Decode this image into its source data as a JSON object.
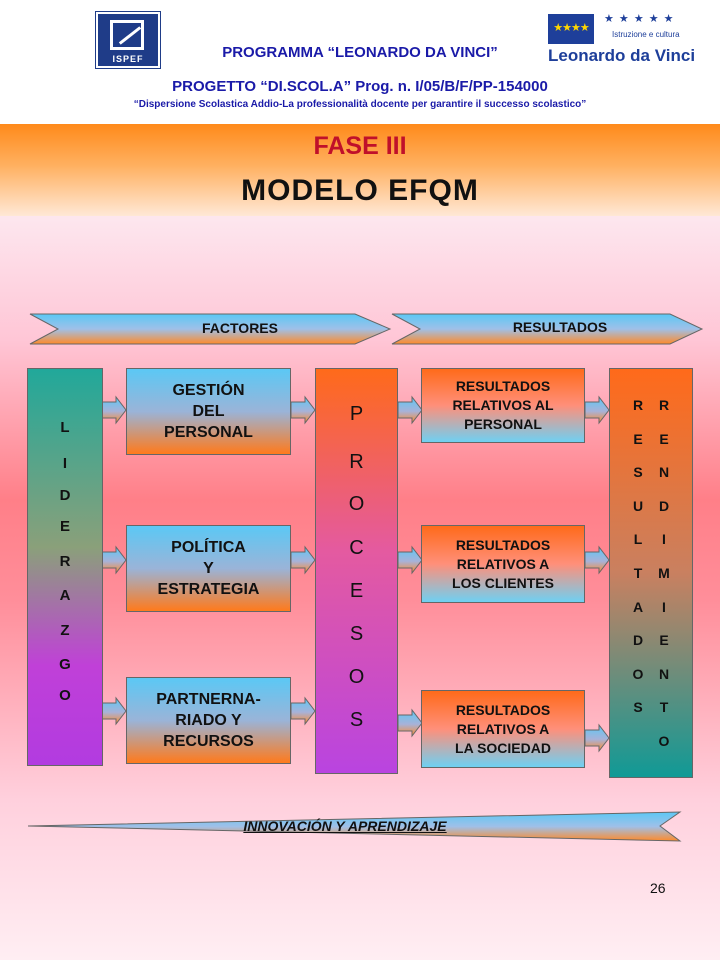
{
  "header": {
    "program": "PROGRAMMA “LEONARDO DA VINCI”",
    "project": "PROGETTO “DI.SCOL.A” Prog. n. I/05/B/F/PP-154000",
    "subtitle": "“Dispersione Scolastica Addio-La professionalità docente per garantire il successo scolastico”",
    "ispef_logo_text": "ISPEF",
    "eu_logo_text": "Istruzione e cultura",
    "ldv_logo_text": "Leonardo da Vinci"
  },
  "fase": "FASE III",
  "modelo": "MODELO EFQM",
  "diagram": {
    "factores_label": "FACTORES",
    "resultados_label": "RESULTADOS",
    "liderazgo_letters": [
      "L",
      "I",
      "D",
      "E",
      "R",
      "A",
      "Z",
      "G",
      "O"
    ],
    "factores": [
      [
        "GESTIÓN",
        "DEL",
        "PERSONAL"
      ],
      [
        "POLÍTICA",
        "Y",
        "ESTRATEGIA"
      ],
      [
        "PARTNERNA-",
        "RIADO Y",
        "RECURSOS"
      ]
    ],
    "procesos_letters": [
      "P",
      "R",
      "O",
      "C",
      "E",
      "S",
      "O",
      "S"
    ],
    "resultados": [
      [
        "RESULTADOS",
        "RELATIVOS AL",
        "PERSONAL"
      ],
      [
        "RESULTADOS",
        "RELATIVOS A",
        "LOS CLIENTES"
      ],
      [
        "RESULTADOS",
        "RELATIVOS A",
        "LA SOCIEDAD"
      ]
    ],
    "rendimiento_col1": [
      "R",
      "E",
      "S",
      "U",
      "L",
      "T",
      "A",
      "D",
      "O",
      "S"
    ],
    "rendimiento_col2": [
      "R",
      "E",
      "N",
      "D",
      "I",
      "M",
      "I",
      "E",
      "N",
      "T",
      "O"
    ],
    "innovacion_label": "INNOVACIÓN Y APRENDIZAJE"
  },
  "page_number": "26",
  "colors": {
    "title_red": "#c0102a",
    "header_blue": "#1a1aa8"
  }
}
